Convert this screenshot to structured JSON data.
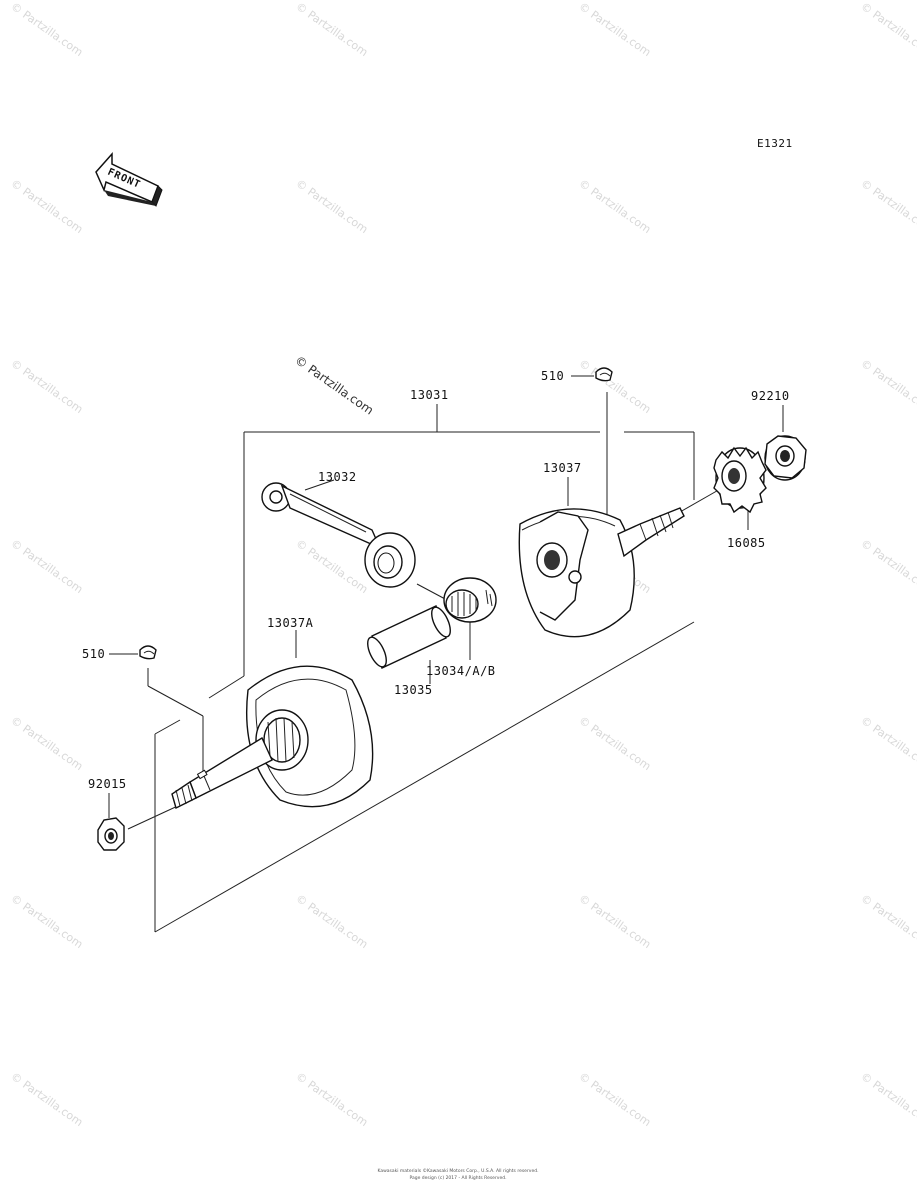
{
  "diagram_code": "E1321",
  "front_label": "FRONT",
  "watermark_text": "© Partzilla.com",
  "callouts": {
    "p13031": "13031",
    "p13032": "13032",
    "p13037": "13037",
    "p13037A": "13037A",
    "p13034": "13034/A/B",
    "p13035": "13035",
    "p510_top": "510",
    "p510_left": "510",
    "p92210": "92210",
    "p16085": "16085",
    "p92015": "92015"
  },
  "footer": {
    "line1": "Kawasaki materials ©Kawasaki Motors Corp., U.S.A. All rights reserved.",
    "line2": "Page design (c) 2017 - All Rights Reserved."
  }
}
